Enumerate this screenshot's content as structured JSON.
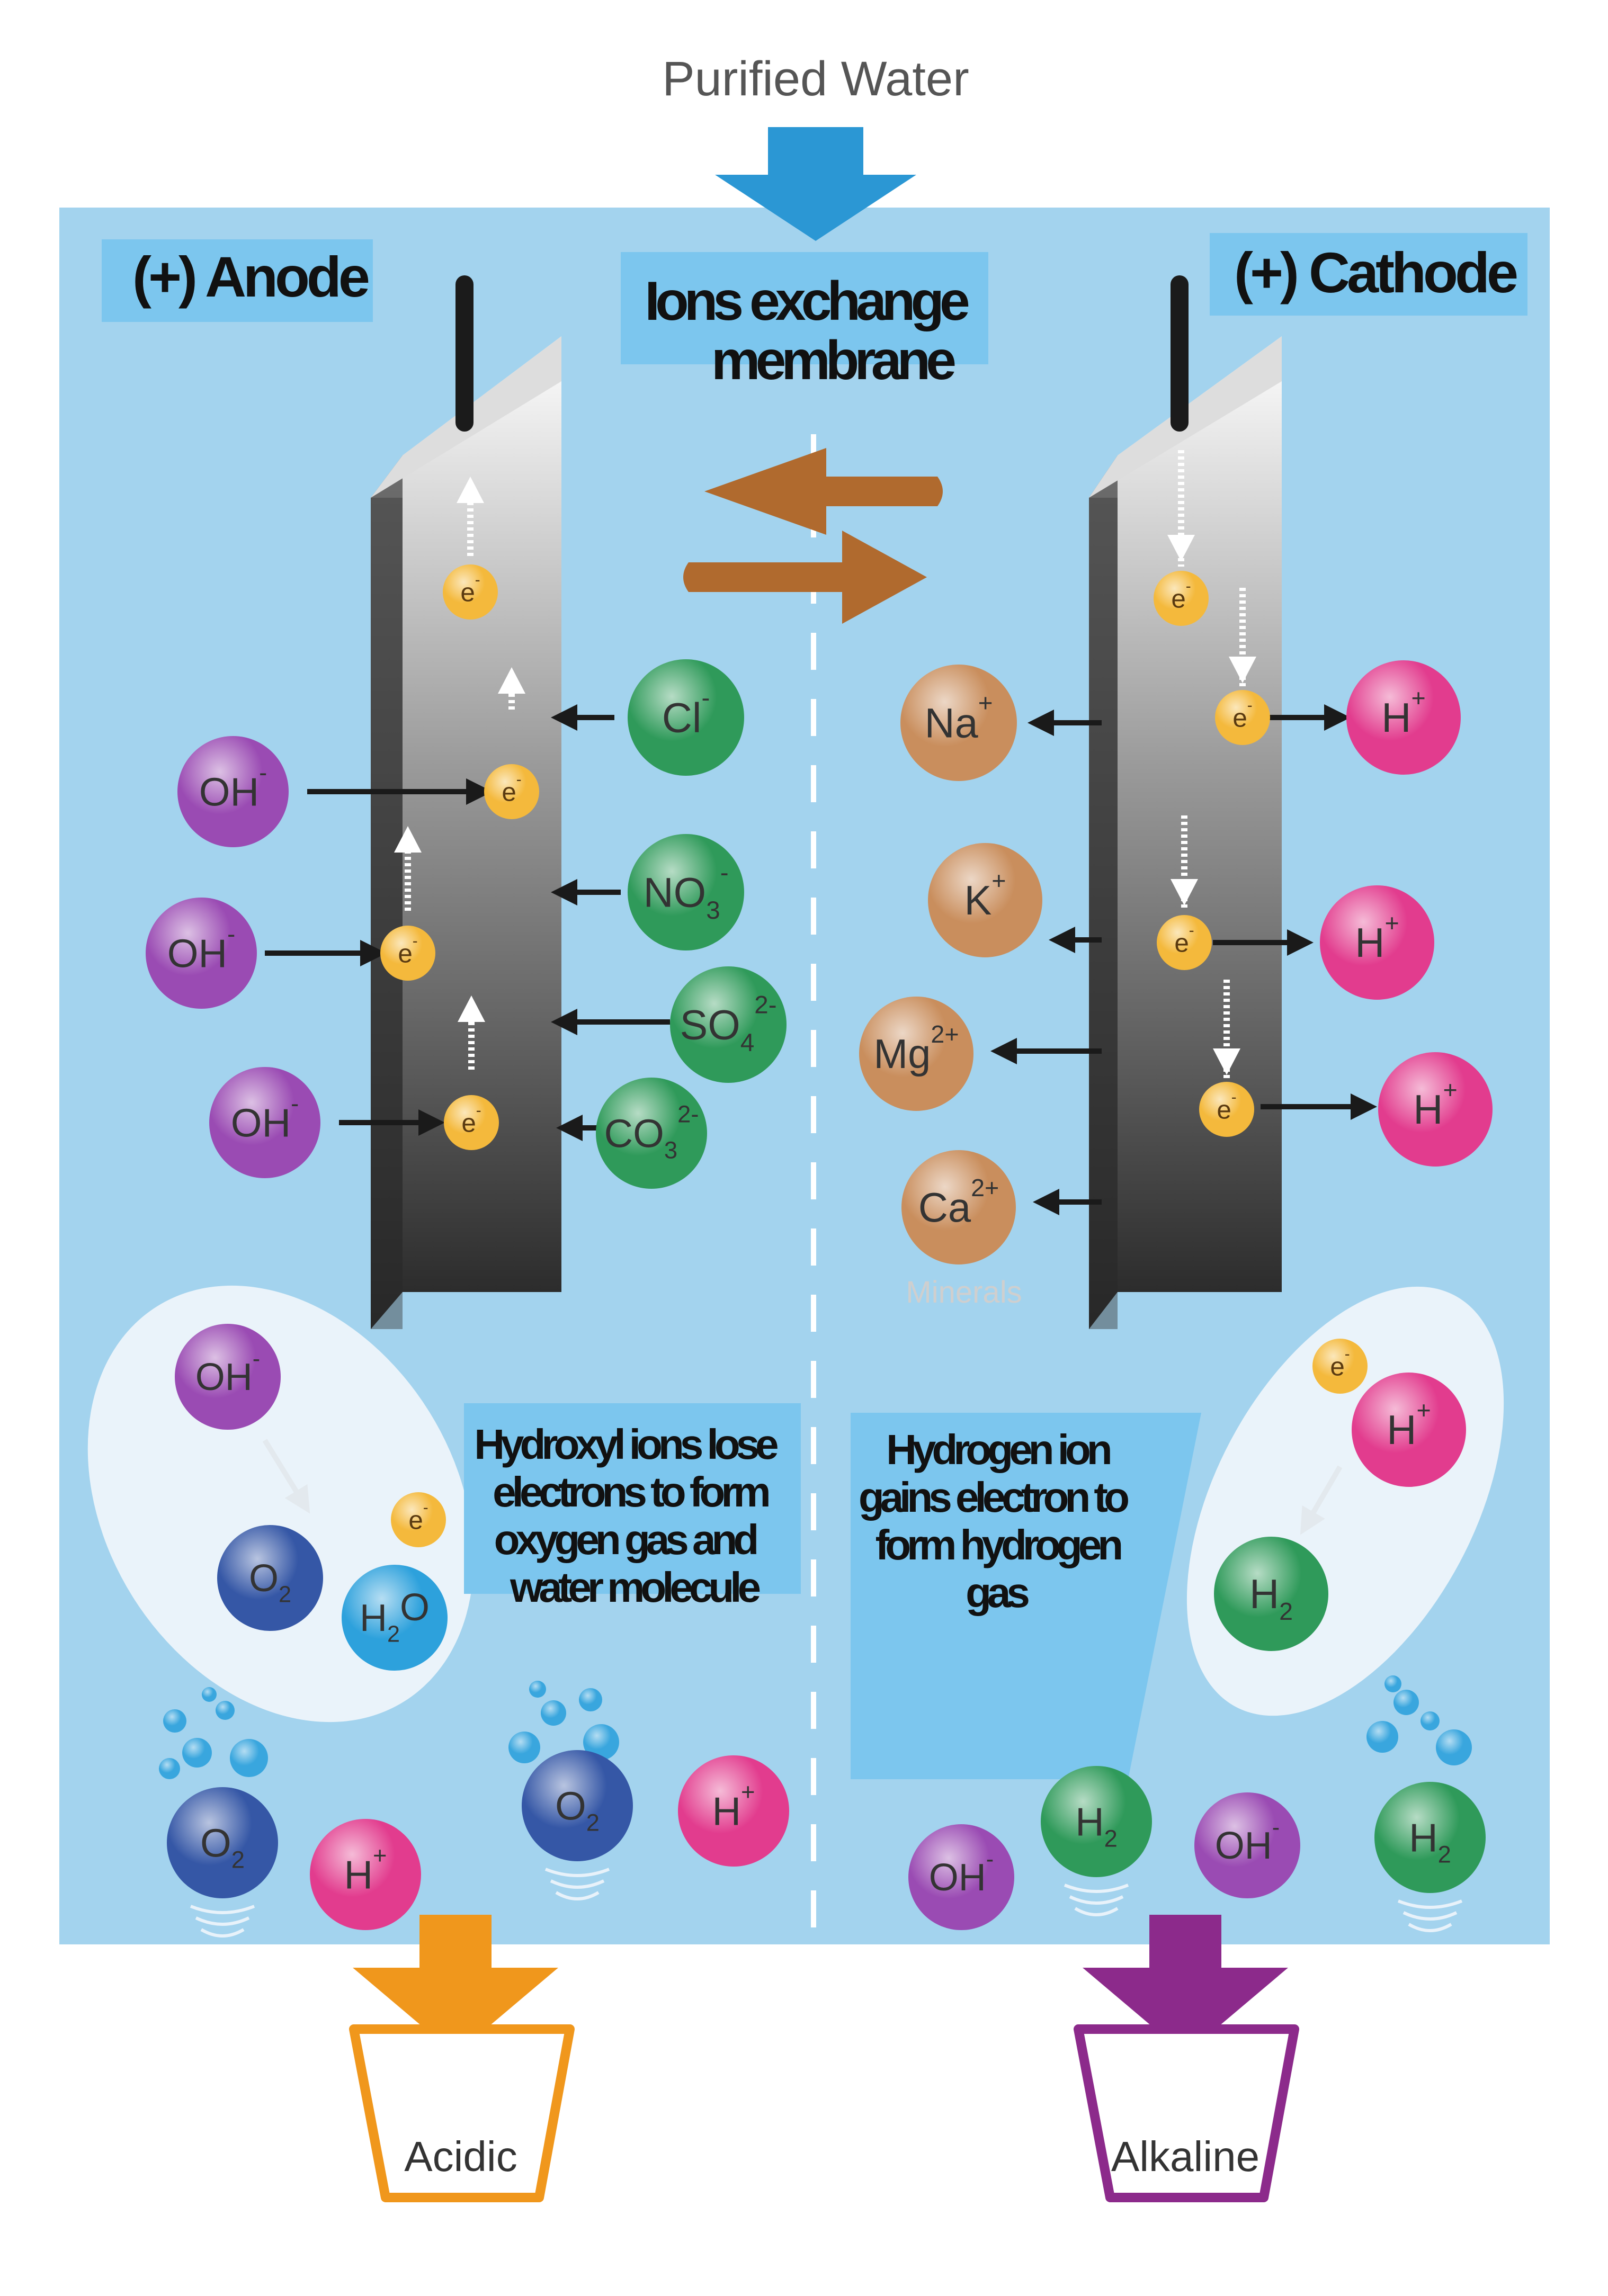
{
  "inlet": {
    "label": "Purified Water"
  },
  "labels": {
    "anode": "(+)  Anode",
    "cathode": "(+)  Cathode",
    "membrane_line1": "Ions exchange",
    "membrane_line2": "membrane",
    "minerals": "Minerals"
  },
  "notes": {
    "anode": [
      "Hydroxyl ions lose",
      "electrons to form",
      "oxygen gas and",
      "water molecule"
    ],
    "cathode": [
      "Hydrogen ion",
      "gains electron to",
      "form hydrogen",
      "gas"
    ]
  },
  "outputs": {
    "acidic": "Acidic",
    "alkaline": "Alkaline"
  },
  "ions": {
    "electron": {
      "base": "e",
      "sup": "-"
    },
    "hydroxide": {
      "base": "OH",
      "sup": "-"
    },
    "hydrogen": {
      "base": "H",
      "sup": "+"
    },
    "chloride": {
      "base": "Cl",
      "sup": "-"
    },
    "nitrate": {
      "base": "NO",
      "sub": "3",
      "sup": "-"
    },
    "sulfate": {
      "base": "SO",
      "sub": "4",
      "sup": "2-"
    },
    "carbonate": {
      "base": "CO",
      "sub": "3",
      "sup": "2-"
    },
    "sodium": {
      "base": "Na",
      "sup": "+"
    },
    "potassium": {
      "base": "K",
      "sup": "+"
    },
    "magnesium": {
      "base": "Mg",
      "sup": "2+"
    },
    "calcium": {
      "base": "Ca",
      "sup": "2+"
    },
    "oxygen": {
      "base": "O",
      "sub": "2"
    },
    "water": {
      "base": "H",
      "sub": "2",
      "tail": "O"
    },
    "hydrogen_gas": {
      "base": "H",
      "sub": "2"
    }
  },
  "colors": {
    "tank": "#a3d3ee",
    "inlet_arrow": "#2b97d4",
    "exchange_arrow": "#b06a2e",
    "acidic": "#f0971c",
    "alkaline": "#8c2a8b",
    "electron": "#f4b93c",
    "hydroxide": "#9a4bb3",
    "hydrogen": "#e23c8e",
    "anion": "#2f9a5a",
    "mineral": "#c98e5d",
    "oxygen": "#3557a6",
    "water": "#2da1dc",
    "hydrogen_gas": "#2f9a5a"
  }
}
